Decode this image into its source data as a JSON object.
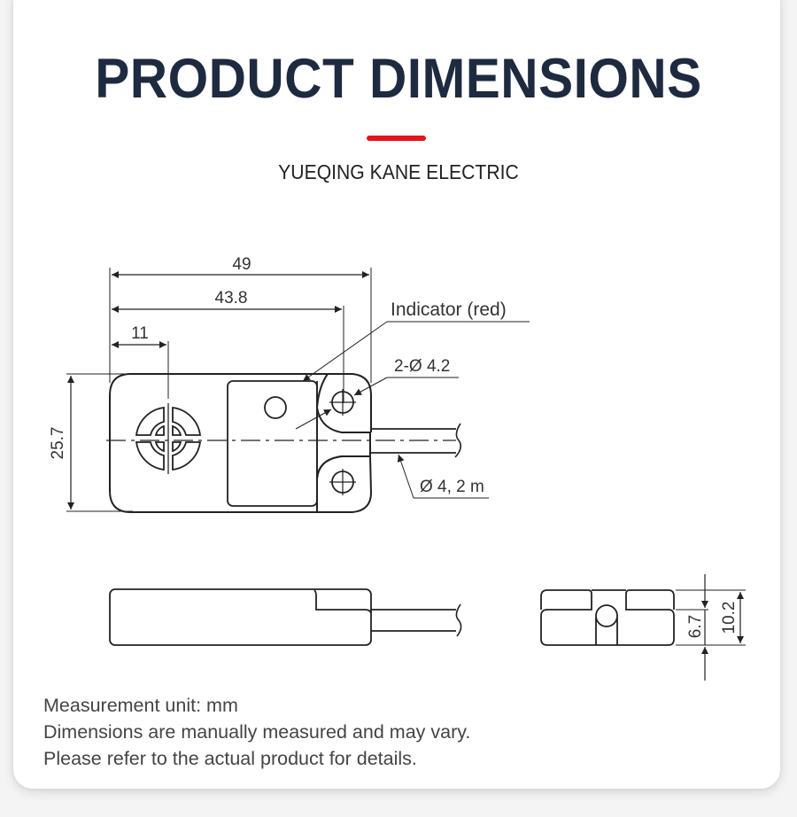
{
  "header": {
    "title": "PRODUCT DIMENSIONS",
    "subtitle": "YUEQING KANE ELECTRIC",
    "accent_color": "#e5151a",
    "title_color": "#1e2a3f"
  },
  "drawing": {
    "top_view": {
      "overall_length": "49",
      "hole_center_length": "43.8",
      "sensor_center_offset": "11",
      "height": "25.7",
      "indicator_label": "Indicator (red)",
      "mounting_holes_label": "2-Ø 4.2",
      "cable_label": "Ø 4, 2 m"
    },
    "side_view": {},
    "end_view": {
      "body_height": "6.7",
      "total_height": "10.2"
    }
  },
  "notes": [
    "Measurement unit: mm",
    "Dimensions are manually measured and may vary.",
    "Please refer to the actual product for details."
  ]
}
